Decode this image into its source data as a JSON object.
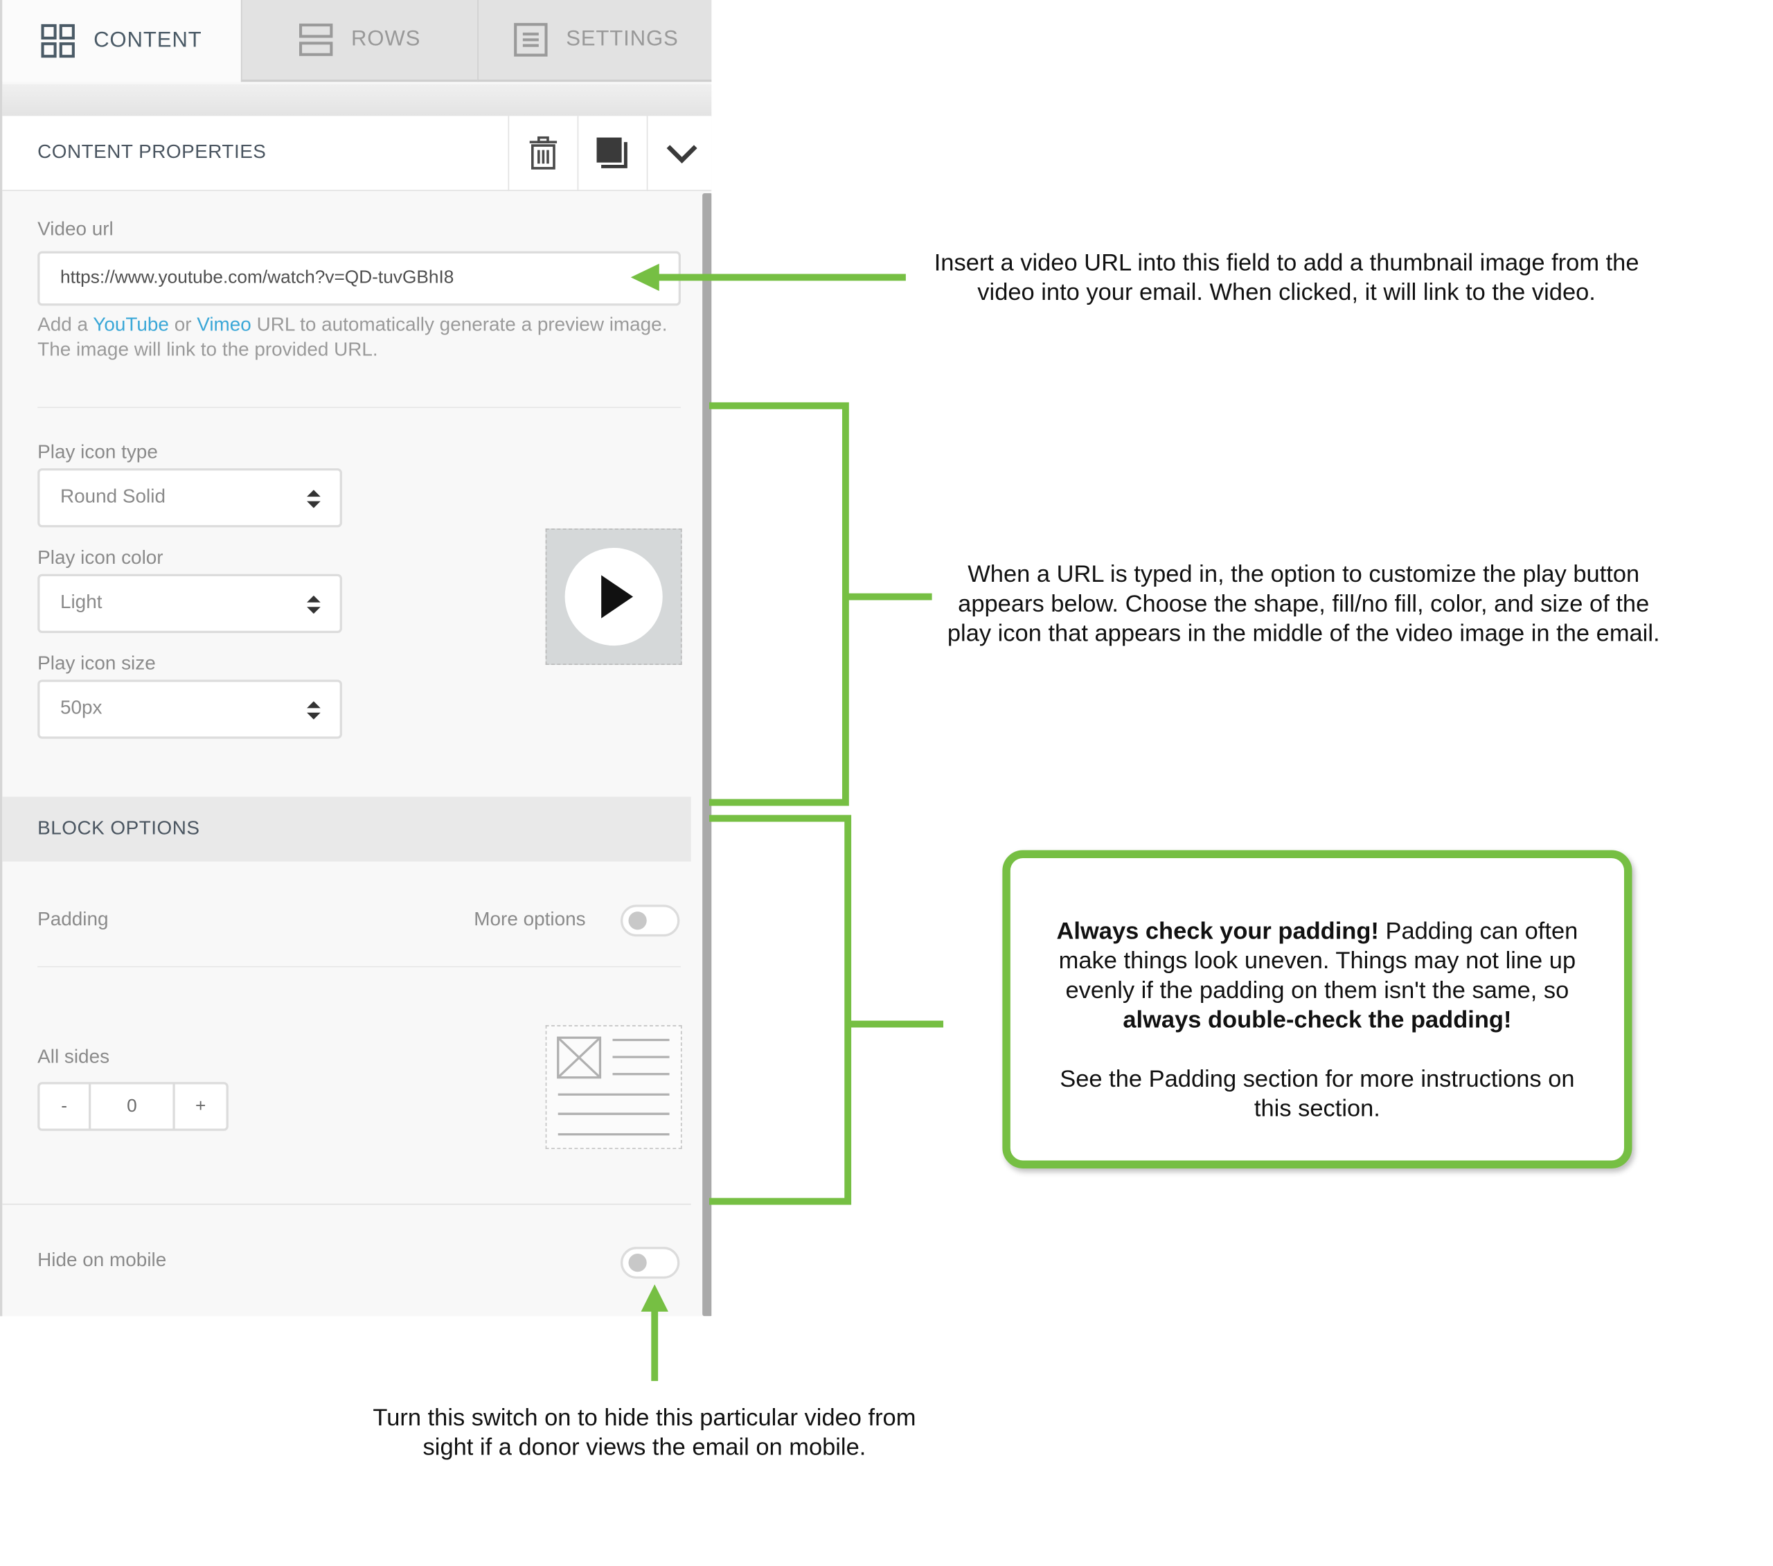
{
  "tabs": [
    {
      "label": "CONTENT",
      "icon": "grid-icon",
      "active": true
    },
    {
      "label": "ROWS",
      "icon": "rows-icon",
      "active": false
    },
    {
      "label": "SETTINGS",
      "icon": "settings-list-icon",
      "active": false
    }
  ],
  "properties": {
    "title": "CONTENT PROPERTIES",
    "actions": [
      "trash-icon",
      "duplicate-icon",
      "chevron-down-icon"
    ]
  },
  "video": {
    "label": "Video url",
    "value": "https://www.youtube.com/watch?v=QD-tuvGBhI8",
    "help_prefix": "Add a ",
    "help_link_youtube": "YouTube",
    "help_or": " or ",
    "help_link_vimeo": "Vimeo",
    "help_suffix": " URL to automatically generate a preview image. The image will link to the provided URL."
  },
  "play_icon": {
    "type_label": "Play icon type",
    "type_value": "Round Solid",
    "color_label": "Play icon color",
    "color_value": "Light",
    "size_label": "Play icon size",
    "size_value": "50px"
  },
  "block_options": {
    "title": "BLOCK OPTIONS",
    "padding_label": "Padding",
    "more_options_label": "More options",
    "all_sides_label": "All sides",
    "minus": "-",
    "value": "0",
    "plus": "+",
    "hide_mobile_label": "Hide on mobile"
  },
  "annotations": {
    "video_url": "Insert a video URL into this field to add a thumbnail image from the video into your email. When clicked, it will link to the video.",
    "play_button": "When a URL is typed in, the option to customize the play button appears below. Choose the shape, fill/no fill, color, and size of the play icon that appears in the middle of the video image in the email.",
    "padding_bold_1": "Always check your padding!",
    "padding_text_1": " Padding can often make things look uneven. Things may not line up evenly if the padding on them isn't the same, so ",
    "padding_bold_2": "always double-check the padding!",
    "padding_text_2": "See the Padding section for more instructions on this section.",
    "hide_mobile": "Turn this switch on to hide this particular video from sight if a donor views the email on mobile."
  },
  "colors": {
    "accent_green": "#76bf43",
    "link_blue": "#3aa7d7",
    "panel_bg": "#f8f8f8"
  }
}
